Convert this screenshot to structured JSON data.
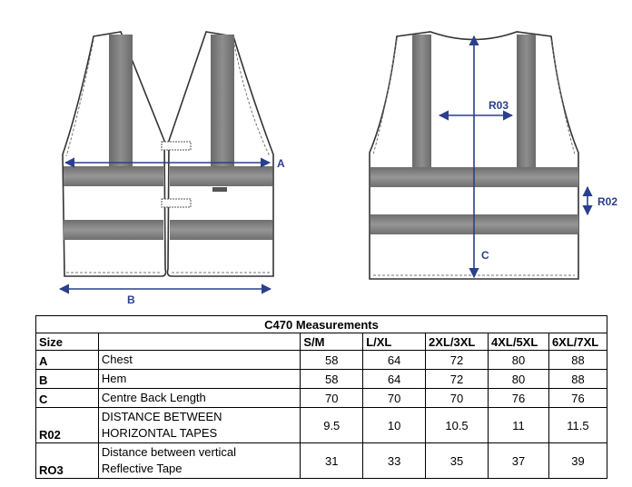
{
  "labels": {
    "a": "A",
    "b": "B",
    "c": "C",
    "r02": "R02",
    "r03": "R03"
  },
  "table": {
    "title": "C470 Measurements",
    "header": [
      "Size",
      "",
      "S/M",
      "L/XL",
      "2XL/3XL",
      "4XL/5XL",
      "6XL/7XL"
    ],
    "rows": [
      {
        "code": "A",
        "desc": [
          "Chest"
        ],
        "values": [
          "58",
          "64",
          "72",
          "80",
          "88"
        ]
      },
      {
        "code": "B",
        "desc": [
          "Hem"
        ],
        "values": [
          "58",
          "64",
          "72",
          "80",
          "88"
        ]
      },
      {
        "code": "C",
        "desc": [
          "Centre Back Length"
        ],
        "values": [
          "70",
          "70",
          "70",
          "76",
          "76"
        ]
      },
      {
        "code": "R02",
        "desc": [
          "DISTANCE BETWEEN",
          "HORIZONTAL TAPES"
        ],
        "values": [
          "9.5",
          "10",
          "10.5",
          "11",
          "11.5"
        ]
      },
      {
        "code": "RO3",
        "desc": [
          "Distance between vertical",
          "Reflective Tape"
        ],
        "values": [
          "31",
          "33",
          "35",
          "37",
          "39"
        ]
      }
    ]
  },
  "colors": {
    "arrow": "#2b3f8c",
    "tape": "#7d7d7d",
    "tape_edge": "#b5b5b5",
    "outline": "#333333"
  }
}
